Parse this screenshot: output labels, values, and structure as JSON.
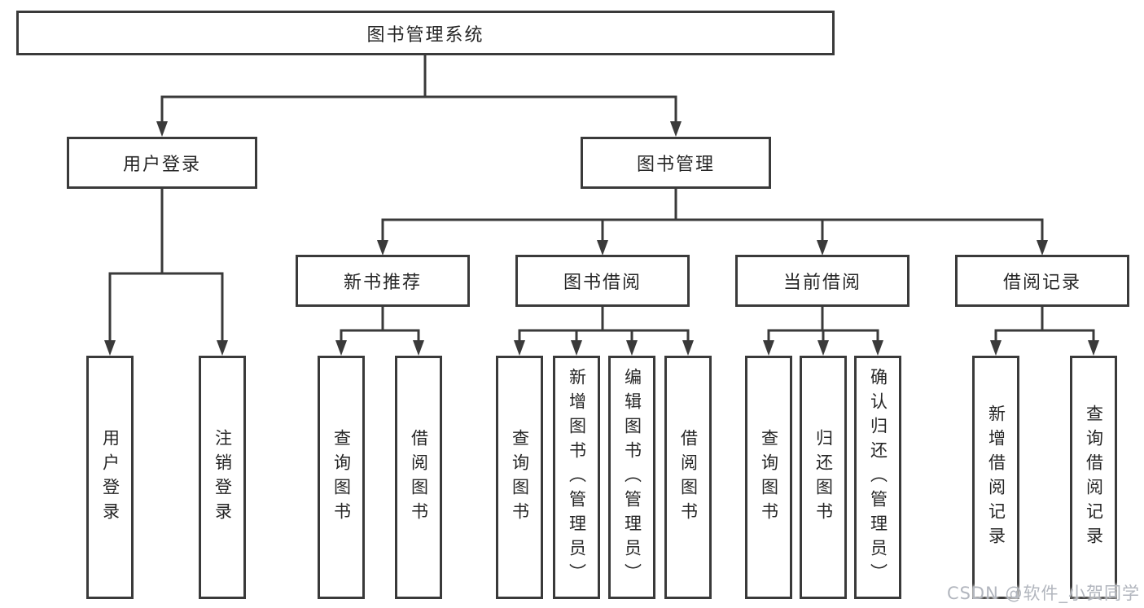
{
  "tree": {
    "root": {
      "label": "图书管理系统",
      "children": [
        {
          "label": "用户登录",
          "children": [
            {
              "label": "用户登录"
            },
            {
              "label": "注销登录"
            }
          ]
        },
        {
          "label": "图书管理",
          "children": [
            {
              "label": "新书推荐",
              "children": [
                {
                  "label": "查询图书"
                },
                {
                  "label": "借阅图书"
                }
              ]
            },
            {
              "label": "图书借阅",
              "children": [
                {
                  "label": "查询图书"
                },
                {
                  "label": "新增图书（管理员）"
                },
                {
                  "label": "编辑图书（管理员）"
                },
                {
                  "label": "借阅图书"
                }
              ]
            },
            {
              "label": "当前借阅",
              "children": [
                {
                  "label": "查询图书"
                },
                {
                  "label": "归还图书"
                },
                {
                  "label": "确认归还（管理员）"
                }
              ]
            },
            {
              "label": "借阅记录",
              "children": [
                {
                  "label": "新增借阅记录"
                },
                {
                  "label": "查询借阅记录"
                }
              ]
            }
          ]
        }
      ]
    }
  },
  "watermark": "CSDN @软件_小贺同学",
  "colors": {
    "line": "#3a3a3a",
    "text": "#262626",
    "watermark": "#b2b6be",
    "background": "#ffffff"
  }
}
